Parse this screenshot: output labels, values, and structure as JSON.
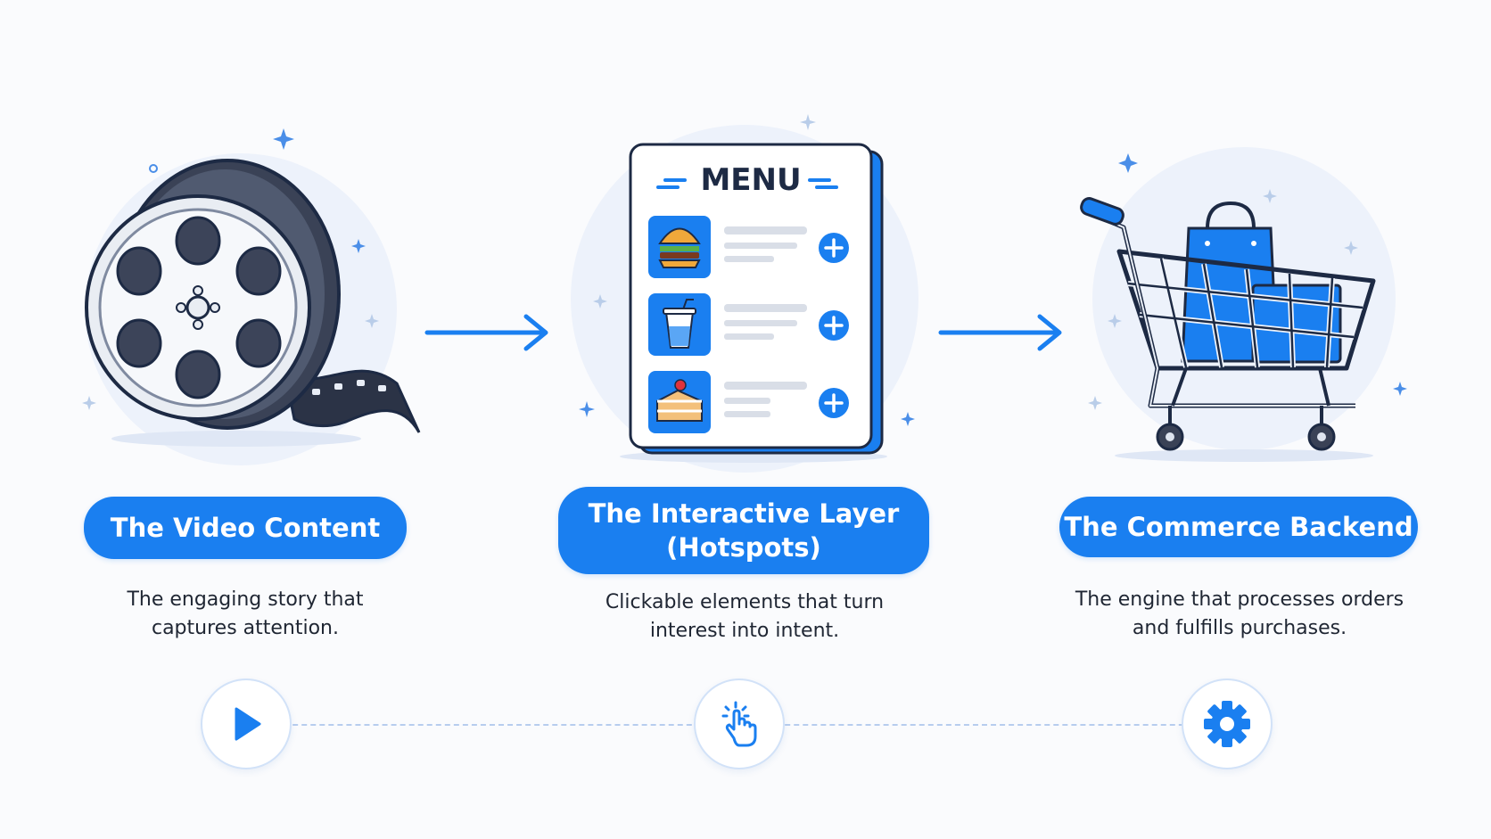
{
  "stages": [
    {
      "title_lines": [
        "The Video Content"
      ],
      "description_lines": [
        "The engaging story that",
        "captures attention."
      ],
      "icon": "play-icon"
    },
    {
      "title_lines": [
        "The Interactive Layer",
        "(Hotspots)"
      ],
      "description_lines": [
        "Clickable elements that turn",
        "interest into intent."
      ],
      "icon": "tap-hand-icon"
    },
    {
      "title_lines": [
        "The Commerce Backend"
      ],
      "description_lines": [
        "The engine that processes orders",
        "and fulfills purchases."
      ],
      "icon": "gear-icon"
    }
  ],
  "menu_card": {
    "heading": "MENU",
    "items": [
      {
        "icon": "burger-icon"
      },
      {
        "icon": "drink-icon"
      },
      {
        "icon": "cake-icon"
      }
    ]
  },
  "colors": {
    "accent": "#1a7ff0",
    "dark_outline": "#1d2a44",
    "halo": "#edf2fb",
    "background": "#fafbfd"
  }
}
